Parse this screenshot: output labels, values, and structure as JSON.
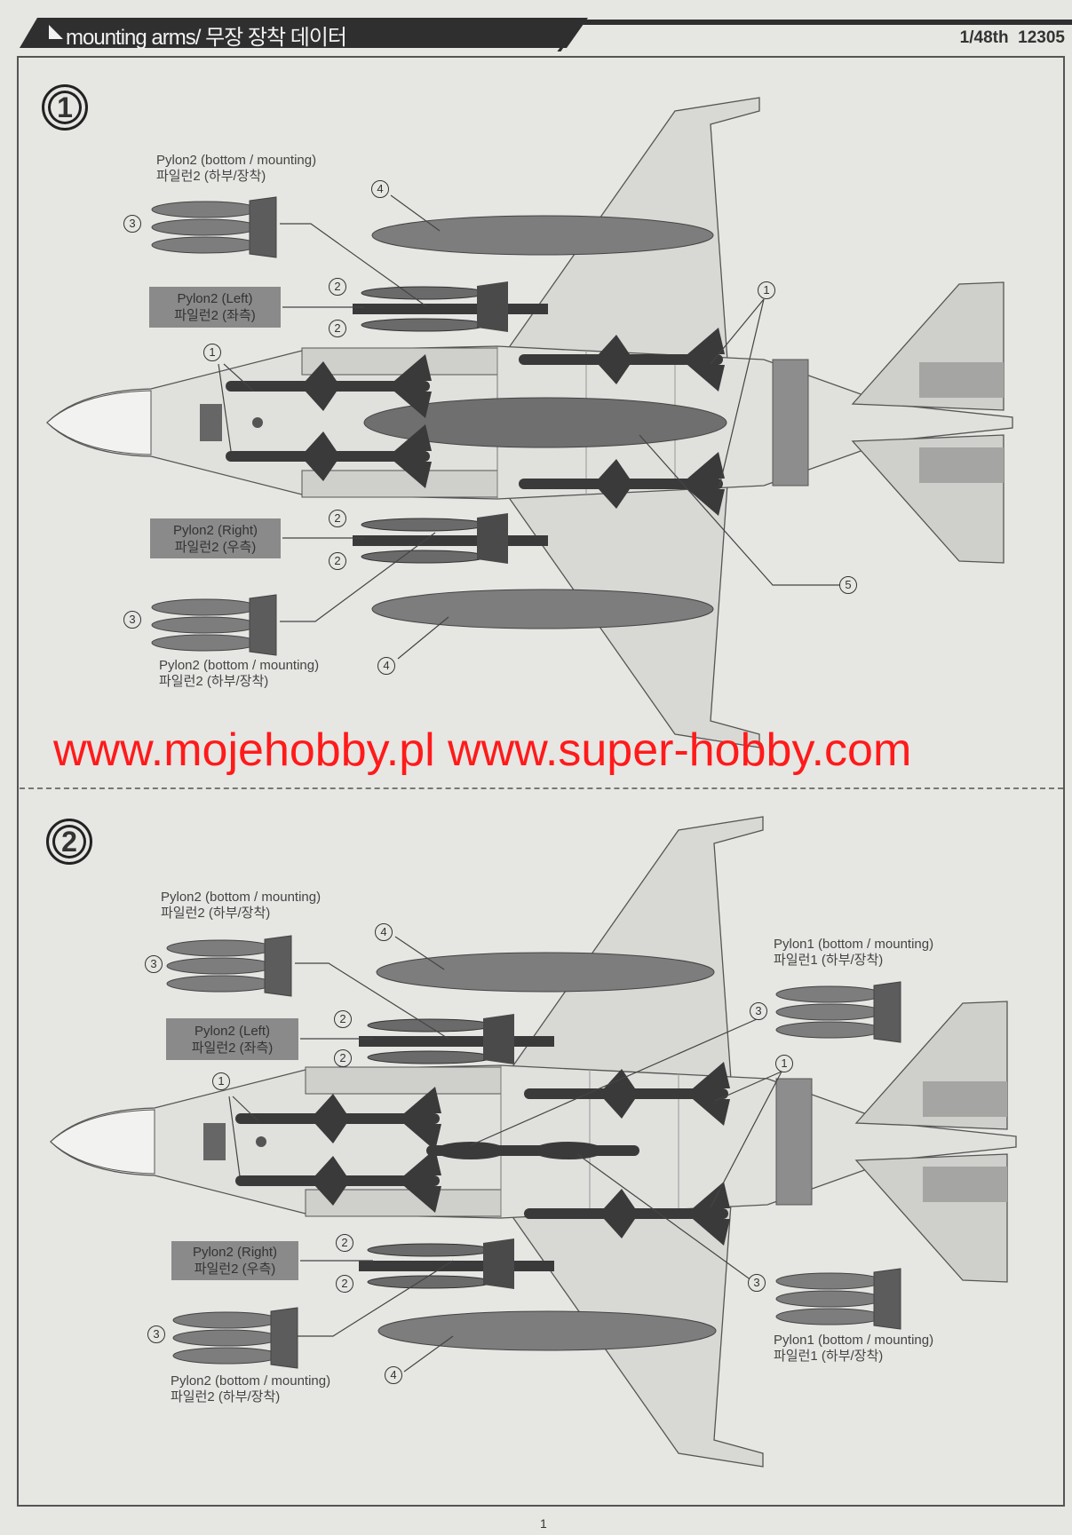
{
  "header": {
    "title": "mounting arms/ 무장 장착 데이터",
    "scale": "1/48th",
    "kit_number": "12305"
  },
  "steps": [
    "1",
    "2"
  ],
  "part_numbers": {
    "p1": "1",
    "p2": "2",
    "p3": "3",
    "p4": "4",
    "p5": "5"
  },
  "labels": {
    "pylon2_bottom_en": "Pylon2 (bottom / mounting)",
    "pylon2_bottom_ko": "파일런2 (하부/장착)",
    "pylon2_left_en": "Pylon2 (Left)",
    "pylon2_left_ko": "파일런2 (좌측)",
    "pylon2_right_en": "Pylon2 (Right)",
    "pylon2_right_ko": "파일런2 (우측)",
    "pylon1_bottom_en": "Pylon1 (bottom / mounting)",
    "pylon1_bottom_ko": "파일런1 (하부/장착)"
  },
  "watermark": "www.mojehobby.pl www.super-hobby.com",
  "page_number": "1",
  "colors": {
    "store": "#3a3a3a",
    "tank": "#7d7d7d",
    "watermark": "#ff1a1a"
  }
}
